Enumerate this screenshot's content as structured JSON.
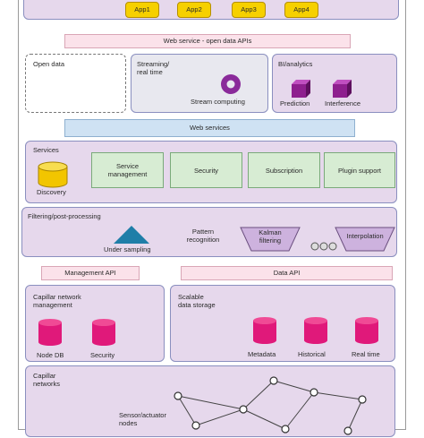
{
  "apps": [
    "App1",
    "App2",
    "App3",
    "App4"
  ],
  "web_service_bar": "Web service - open data APIs",
  "open_data": "Open data",
  "streaming": "Streaming/\nreal time",
  "stream_computing": "Stream computing",
  "bi_analytics": "BI/analytics",
  "prediction": "Prediction",
  "interference": "Interference",
  "web_services": "Web services",
  "services": "Services",
  "discovery": "Discovery",
  "service_management": "Service\nmanagement",
  "security_service": "Security",
  "subscription": "Subscription",
  "plugin_support": "Plugin support",
  "filtering": "Filtering/post-processing",
  "under_sampling": "Under sampling",
  "pattern_recognition": "Pattern\nrecognition",
  "kalman_filtering": "Kalman\nfiltering",
  "interpolation": "Interpolation",
  "management_api": "Management API",
  "data_api": "Data API",
  "capillar_network_management": "Capillar network\nmanagement",
  "node_db": "Node DB",
  "security_db": "Security",
  "scalable_storage": "Scalable\ndata storage",
  "metadata": "Metadata",
  "historical": "Historical",
  "real_time": "Real time",
  "capillar_networks": "Capillar\nnetworks",
  "sensor_actuator_nodes": "Sensor/actuator\nnodes",
  "colors": {
    "app_yellow": "#f6d000",
    "layer_lavender": "#e6d8ec",
    "layer_border": "#8a8fbf",
    "api_pink": "#fbe2ea",
    "service_green": "#d7ecd3",
    "web_blue": "#cfe2f3",
    "db_magenta": "#e0197a",
    "stream_purple": "#8a2a9a",
    "cube_purple": "#8e1f8e",
    "filter_lavender": "#cdb2de",
    "undersample_teal": "#1f7ea8",
    "discovery_yellow": "#f2c500"
  }
}
